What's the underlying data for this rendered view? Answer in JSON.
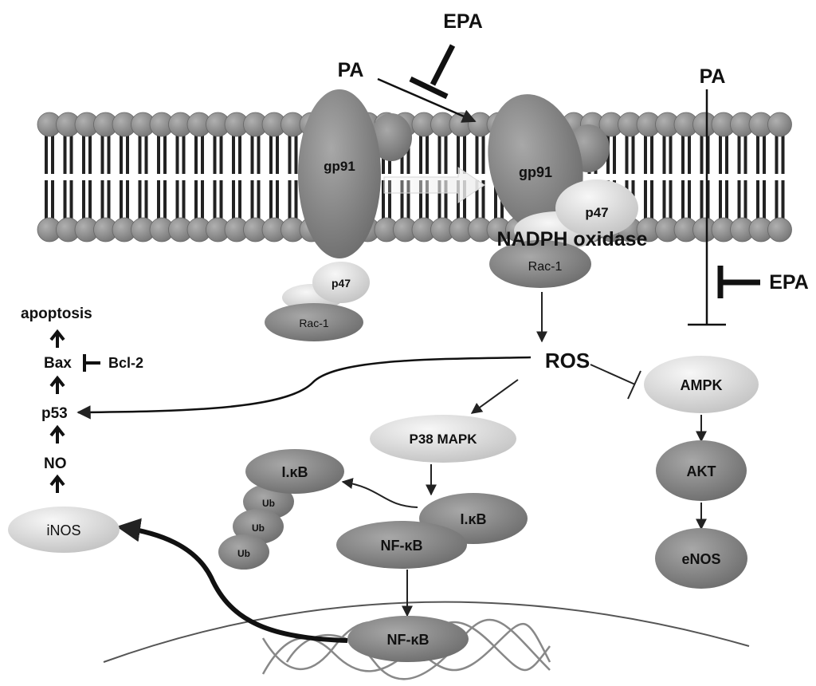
{
  "labels": {
    "epa_top": "EPA",
    "pa_left": "PA",
    "pa_right": "PA",
    "epa_right": "EPA",
    "gp91_left": "gp91",
    "gp91_right": "gp91",
    "p47_membrane": "p47",
    "nadph_oxidase": "NADPH oxidase",
    "rac1_membrane": "Rac-1",
    "p47_cytosol": "p47",
    "rac1_cytosol": "Rac-1",
    "ros": "ROS",
    "ampk": "AMPK",
    "akt": "AKT",
    "enos": "eNOS",
    "p38_mapk": "P38 MAPK",
    "ikb_free": "I.κB",
    "ikb_bound": "I.κB",
    "nfkb_cyto": "NF-κB",
    "nfkb_nucleus": "NF-κB",
    "ub_1": "Ub",
    "ub_2": "Ub",
    "ub_3": "Ub",
    "inos": "iNOS",
    "apoptosis": "apoptosis",
    "bax": "Bax",
    "bcl2": "Bcl-2",
    "p53": "p53",
    "no": "NO"
  },
  "colors": {
    "lipid_head": "#8c8c8c",
    "lipid_tail": "#222222",
    "dark_protein": "#8f8f8f",
    "light_protein": "#dcdcdc",
    "arrow": "#222222"
  }
}
